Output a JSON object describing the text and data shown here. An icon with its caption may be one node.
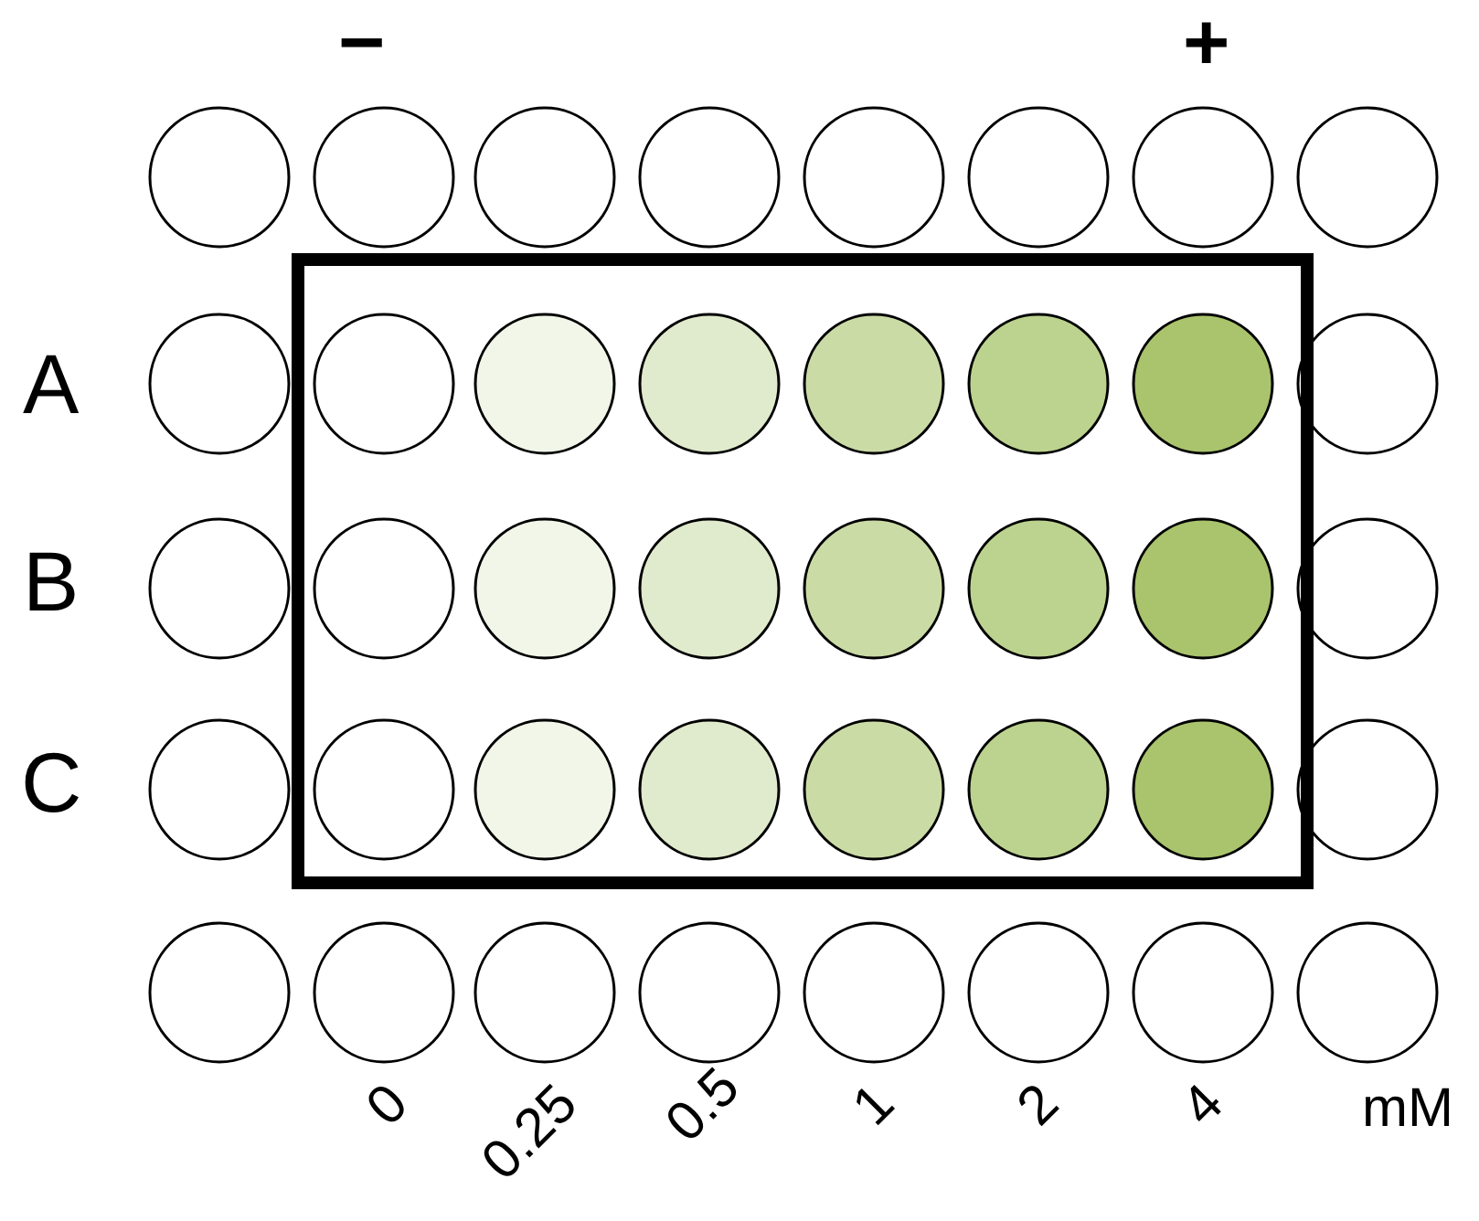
{
  "diagram": {
    "labels": [
      "−",
      "+",
      "A",
      "B",
      "C",
      "0",
      "0.25",
      "0.5",
      "1",
      "2",
      "4",
      "mM"
    ]
  }
}
